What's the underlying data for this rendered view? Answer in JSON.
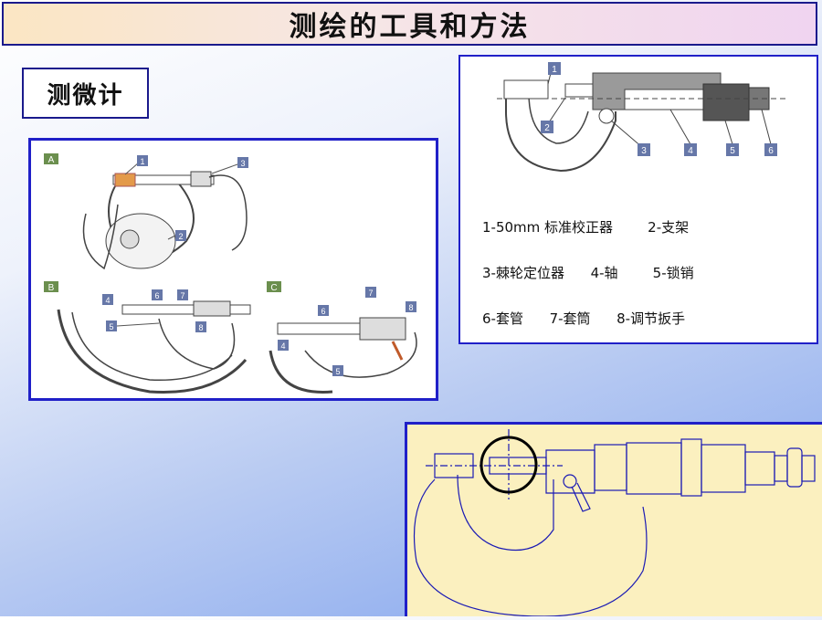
{
  "slide": {
    "title": "测绘的工具和方法",
    "section_label": "测微计"
  },
  "photo_panel": {
    "panels": [
      "A",
      "B",
      "C"
    ],
    "callouts_a": [
      "1",
      "2",
      "3"
    ],
    "callouts_b": [
      "4",
      "5",
      "6",
      "7",
      "8"
    ],
    "callouts_c": [
      "4",
      "5",
      "6",
      "7",
      "8"
    ]
  },
  "diagram": {
    "callouts": [
      "1",
      "2",
      "3",
      "4",
      "5",
      "6"
    ],
    "legend": [
      "1-50mm 标准校正器        2-支架",
      "3-棘轮定位器      4-轴        5-锁销",
      "6-套管      7-套筒      8-调节扳手"
    ]
  },
  "colors": {
    "border": "#2020c8",
    "callout_fill": "#6677a8",
    "cad_background": "#fbf0bf",
    "cad_line": "#1a1ab4"
  }
}
